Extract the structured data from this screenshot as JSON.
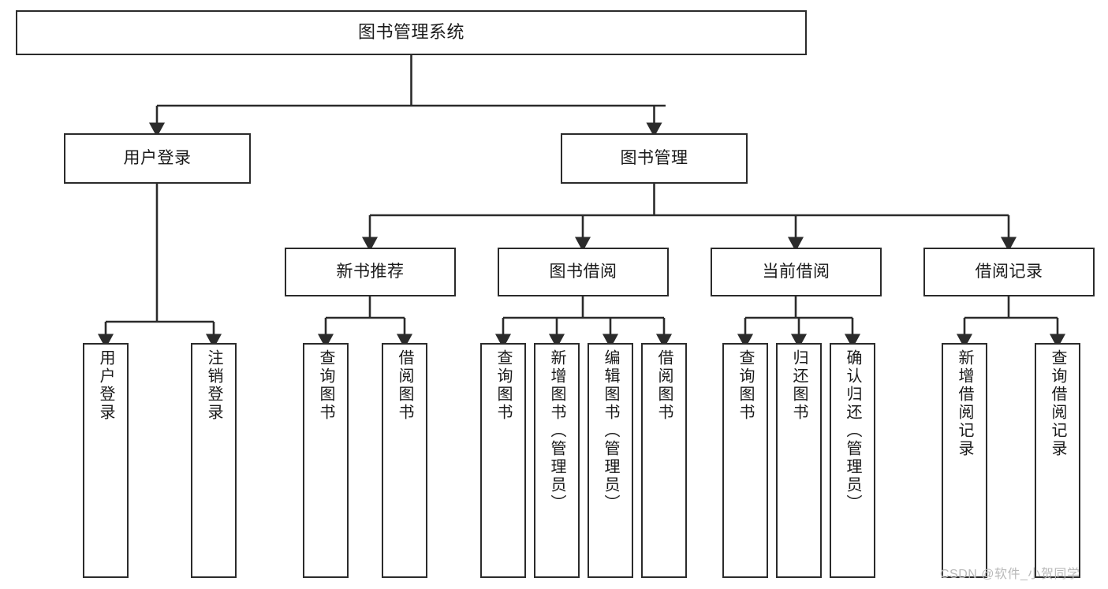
{
  "diagram": {
    "title": "图书管理系统",
    "type": "tree",
    "orientation": "top-down",
    "colors": {
      "box_border": "#2b2b2b",
      "box_fill": "#ffffff",
      "edge": "#2b2b2b",
      "text": "#1a1a1a",
      "watermark": "#b9b9b9",
      "background": "#ffffff"
    },
    "levels": {
      "level1": [
        "图书管理系统"
      ],
      "level2": [
        "用户登录",
        "图书管理"
      ],
      "level3": [
        "新书推荐",
        "图书借阅",
        "当前借阅",
        "借阅记录"
      ],
      "level4": [
        "用户登录",
        "注销登录",
        "查询图书",
        "借阅图书",
        "查询图书",
        "新增图书（管理员）",
        "编辑图书（管理员）",
        "借阅图书",
        "查询图书",
        "归还图书",
        "确认归还（管理员）",
        "新增借阅记录",
        "查询借阅记录"
      ]
    }
  },
  "nodes": {
    "root": {
      "label": "图书管理系统"
    },
    "user_login": {
      "label": "用户登录"
    },
    "book_manage": {
      "label": "图书管理"
    },
    "new_book_rec": {
      "label": "新书推荐"
    },
    "book_borrow": {
      "label": "图书借阅"
    },
    "current_borrow": {
      "label": "当前借阅"
    },
    "borrow_record": {
      "label": "借阅记录"
    },
    "leaf_user_login": {
      "label": "用户登录"
    },
    "leaf_logout": {
      "label": "注销登录"
    },
    "leaf_rec_query": {
      "label": "查询图书"
    },
    "leaf_rec_borrow": {
      "label": "借阅图书"
    },
    "leaf_borrow_query": {
      "label": "查询图书"
    },
    "leaf_borrow_add": {
      "label": "新增图书（管理员）"
    },
    "leaf_borrow_edit": {
      "label": "编辑图书（管理员）"
    },
    "leaf_borrow_lend": {
      "label": "借阅图书"
    },
    "leaf_current_query": {
      "label": "查询图书"
    },
    "leaf_current_return": {
      "label": "归还图书"
    },
    "leaf_current_confirm": {
      "label": "确认归还（管理员）"
    },
    "leaf_record_add": {
      "label": "新增借阅记录"
    },
    "leaf_record_query": {
      "label": "查询借阅记录"
    }
  },
  "watermark": {
    "text": "CSDN @软件_小贺同学"
  }
}
